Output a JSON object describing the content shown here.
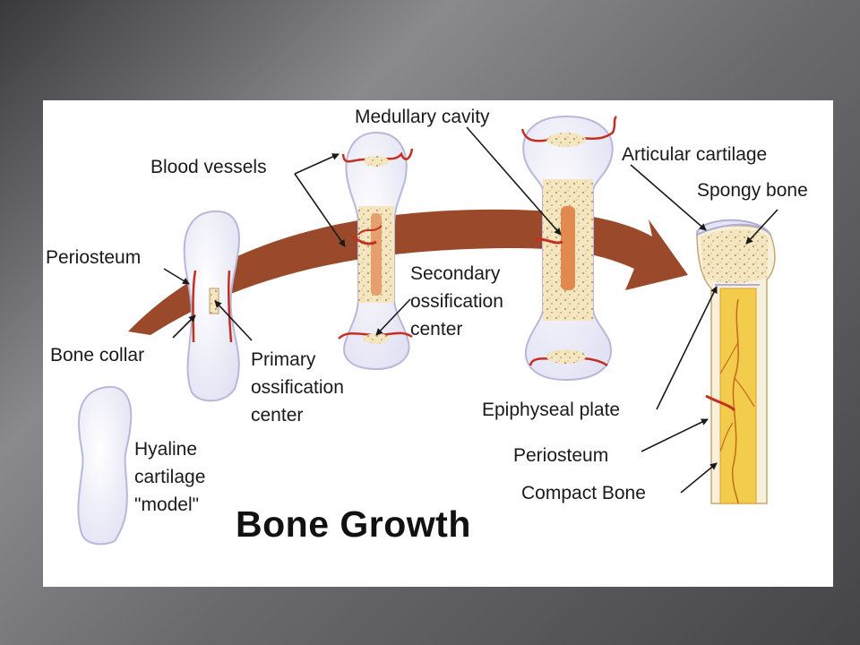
{
  "diagram": {
    "title": "Bone Growth",
    "labels": {
      "medullary_cavity": "Medullary cavity",
      "blood_vessels": "Blood vessels",
      "articular_cartilage": "Articular cartilage",
      "spongy_bone": "Spongy bone",
      "periosteum_left": "Periosteum",
      "secondary_ossification_center": "Secondary\nossification\ncenter",
      "bone_collar": "Bone collar",
      "primary_ossification_center": "Primary\nossification\ncenter",
      "epiphyseal_plate": "Epiphyseal plate",
      "hyaline_cartilage_model": "Hyaline\ncartilage\n\"model\"",
      "periosteum_right": "Periosteum",
      "compact_bone": "Compact Bone"
    },
    "colors": {
      "growth_arrow": "#9a4a2a",
      "cartilage": "#eeeefa",
      "cartilage_outline": "#b8b8d8",
      "spongy_bone": "#f0e4bc",
      "marrow": "#f2cc4a",
      "blood_vessel": "#c43020"
    }
  }
}
